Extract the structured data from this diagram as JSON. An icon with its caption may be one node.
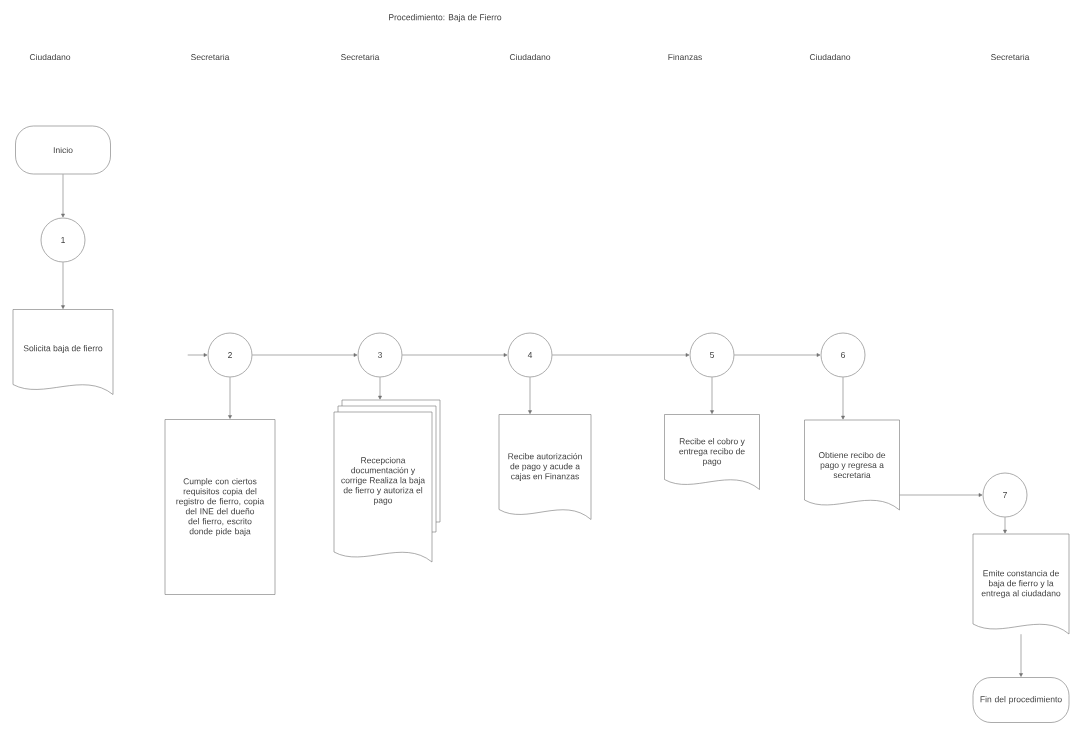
{
  "diagram": {
    "title": "Procedimiento: Baja de Fierro",
    "nodes": [
      {
        "text": [
          "Inicio"
        ]
      },
      {
        "text": [
          "1"
        ]
      },
      {
        "text": [
          "Solicita baja de fierro"
        ]
      },
      {
        "text": [
          "2"
        ]
      },
      {
        "text": [
          "Cumple con ciertos requisitos copia del registro de fierro, copia del INE del dueño del fierro, escrito donde pide baja"
        ]
      },
      {
        "text": [
          "3"
        ]
      },
      {
        "text": [
          "Recepciona documentación y corrige Realiza la baja de fierro y autoriza el pago"
        ]
      },
      {
        "text": [
          "4"
        ]
      },
      {
        "text": [
          "Recibe autorización de pago y acude a cajas en Finanzas"
        ]
      },
      {
        "text": [
          "5"
        ]
      },
      {
        "text": [
          "Recibe el cobro y entrega recibo de pago"
        ]
      },
      {
        "text": [
          "6"
        ]
      },
      {
        "text": [
          "Obtiene recibo de pago y regresa a secretaria"
        ]
      },
      {
        "text": [
          "7"
        ]
      },
      {
        "text": [
          "Emite constancia de baja de fierro y la entrega al ciudadano"
        ]
      },
      {
        "text": [
          "Fin del procedimiento"
        ]
      }
    ],
    "edges": [
      {
        "from": 0,
        "to": 1,
        "arrow": "to"
      },
      {
        "from": 1,
        "to": 2,
        "arrow": "to"
      },
      {
        "from": null,
        "to": 3,
        "arrow": "to"
      },
      {
        "from": 3,
        "to": 4,
        "arrow": "to"
      },
      {
        "from": 3,
        "to": 5,
        "arrow": "to"
      },
      {
        "from": 5,
        "to": 6,
        "arrow": "to"
      },
      {
        "from": 5,
        "to": 7,
        "arrow": "to"
      },
      {
        "from": 7,
        "to": 8,
        "arrow": "to"
      },
      {
        "from": 7,
        "to": 9,
        "arrow": "to"
      },
      {
        "from": 9,
        "to": 10,
        "arrow": "to"
      },
      {
        "from": 9,
        "to": 11,
        "arrow": "to"
      },
      {
        "from": 11,
        "to": 12,
        "arrow": "to"
      },
      {
        "from": 12,
        "to": 13,
        "arrow": "to"
      },
      {
        "from": 13,
        "to": 14,
        "arrow": "to"
      },
      {
        "from": 14,
        "to": 15,
        "arrow": "to"
      }
    ],
    "labels": [
      "Ciudadano",
      "Secretaria",
      "Secretaria",
      "Ciudadano",
      "Finanzas",
      "Ciudadano",
      "Secretaria"
    ]
  }
}
